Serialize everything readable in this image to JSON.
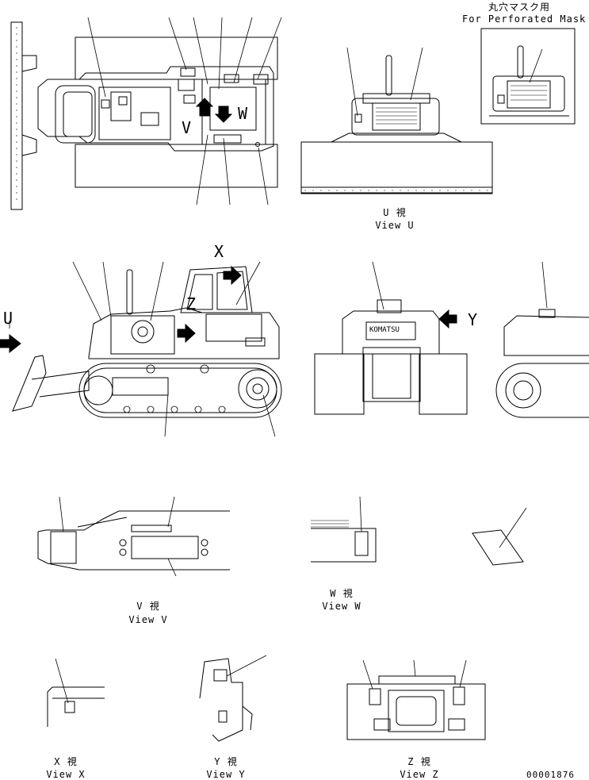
{
  "header": {
    "perforated_mask_jp": "丸穴マスク用",
    "perforated_mask_en": "For Perforated Mask"
  },
  "views": {
    "u": {
      "jp": "U 視",
      "en": "View U"
    },
    "v": {
      "jp": "V 視",
      "en": "View V"
    },
    "w": {
      "jp": "W 視",
      "en": "View W"
    },
    "x": {
      "jp": "X 視",
      "en": "View X"
    },
    "y": {
      "jp": "Y 視",
      "en": "View Y"
    },
    "z": {
      "jp": "Z 視",
      "en": "View Z"
    }
  },
  "callout_letters": {
    "u": "U",
    "v": "V",
    "w": "W",
    "x": "X",
    "y": "Y",
    "z": "Z"
  },
  "brand_plate": "KOMATSU",
  "drawing_number": "00001876"
}
